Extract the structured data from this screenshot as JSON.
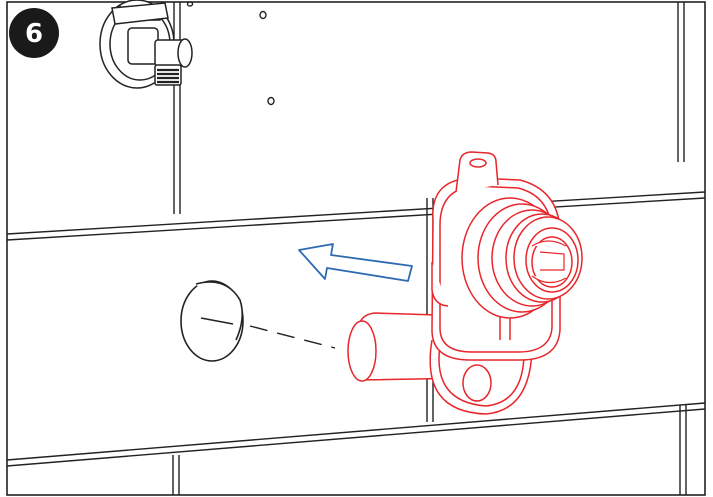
{
  "step": {
    "number": "6"
  },
  "colors": {
    "line": "#222222",
    "part": "#e8262b",
    "arrow": "#2f6bb3",
    "badge_fill": "#1a1a1a",
    "badge_text": "#ffffff"
  },
  "elements": {
    "wall_tiles": "tile-grid",
    "valve": "angle-valve-icon",
    "drain_cap": "drain-cap-icon",
    "siphon": "siphon-trap-part",
    "direction_arrow": "arrow-left-icon"
  }
}
